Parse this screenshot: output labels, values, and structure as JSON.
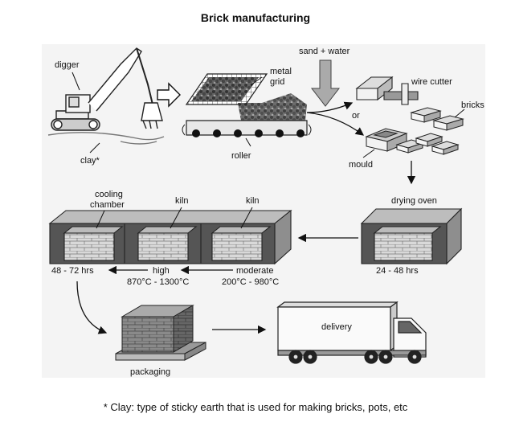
{
  "title": "Brick manufacturing",
  "footnote": "* Clay: type of sticky earth that is used for making bricks, pots, etc",
  "labels": {
    "digger": "digger",
    "clay": "clay*",
    "metal_grid_1": "metal",
    "metal_grid_2": "grid",
    "roller": "roller",
    "sand_water": "sand + water",
    "wire_cutter": "wire cutter",
    "or": "or",
    "bricks": "bricks",
    "mould": "mould",
    "drying_oven": "drying oven",
    "cooling_chamber_1": "cooling",
    "cooling_chamber_2": "chamber",
    "kiln_1": "kiln",
    "kiln_2": "kiln",
    "time_cooling": "48 - 72 hrs",
    "high_1": "high",
    "high_2": "870°C - 1300°C",
    "moderate_1": "moderate",
    "moderate_2": "200°C - 980°C",
    "time_drying": "24 - 48 hrs",
    "packaging": "packaging",
    "delivery": "delivery"
  }
}
